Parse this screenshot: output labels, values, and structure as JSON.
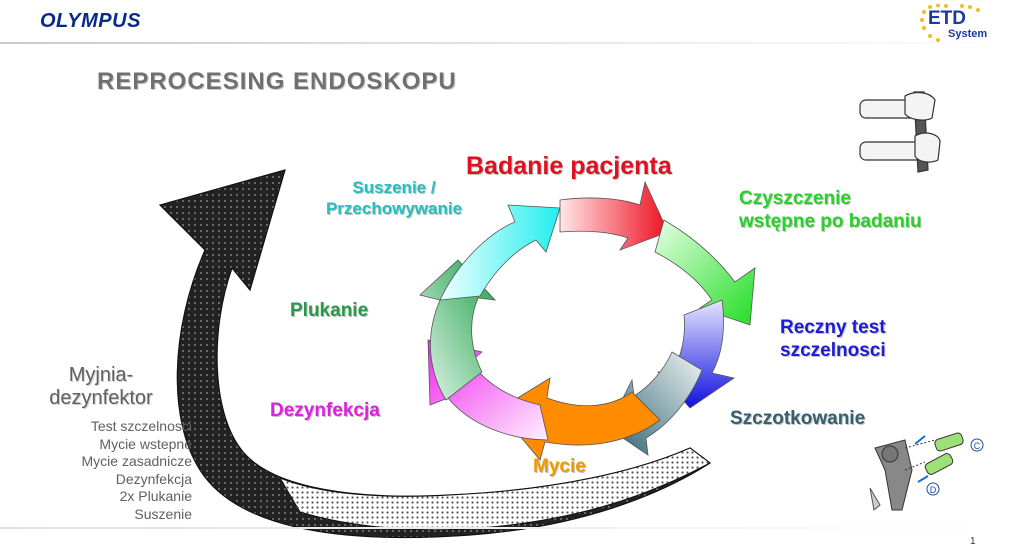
{
  "header": {
    "logo_left": "OLYMPUS",
    "logo_right_main": "ETD",
    "logo_right_sub": "System"
  },
  "title": "REPROCESING ENDOSKOPU",
  "cycle_steps": [
    {
      "label": "Badanie pacjenta",
      "color": "#e01020"
    },
    {
      "label": "Czyszczenie wstępne po badaniu",
      "color": "#2ad12a"
    },
    {
      "label": "Reczny test szczelnosci",
      "color": "#1c1cd8"
    },
    {
      "label": "Szczotkowanie",
      "color": "#356070"
    },
    {
      "label": "Mycie",
      "color": "#f09a00"
    },
    {
      "label": "Dezynfekcja",
      "color": "#e020e0"
    },
    {
      "label": "Plukanie",
      "color": "#2a9a4a"
    },
    {
      "label": "Suszenie / Przechowywanie",
      "color": "#24c0c0"
    }
  ],
  "labels": {
    "czyszczenie_line1": "Czyszczenie",
    "czyszczenie_line2": "wstępne po badaniu",
    "reczny_line1": "Reczny test",
    "reczny_line2": "szczelnosci",
    "suszenie_line1": "Suszenie /",
    "suszenie_line2": "Przechowywanie"
  },
  "myjnia": {
    "title_line1": "Myjnia-",
    "title_line2": "dezynfektor",
    "items": [
      "Test szczelnosci",
      "Mycie wstepne",
      "Mycie zasadnicze",
      "Dezynfekcja",
      "2x Plukanie",
      "Suszenie"
    ]
  },
  "illustration_labels": {
    "c": "C",
    "d": "D"
  },
  "page_number": "1"
}
